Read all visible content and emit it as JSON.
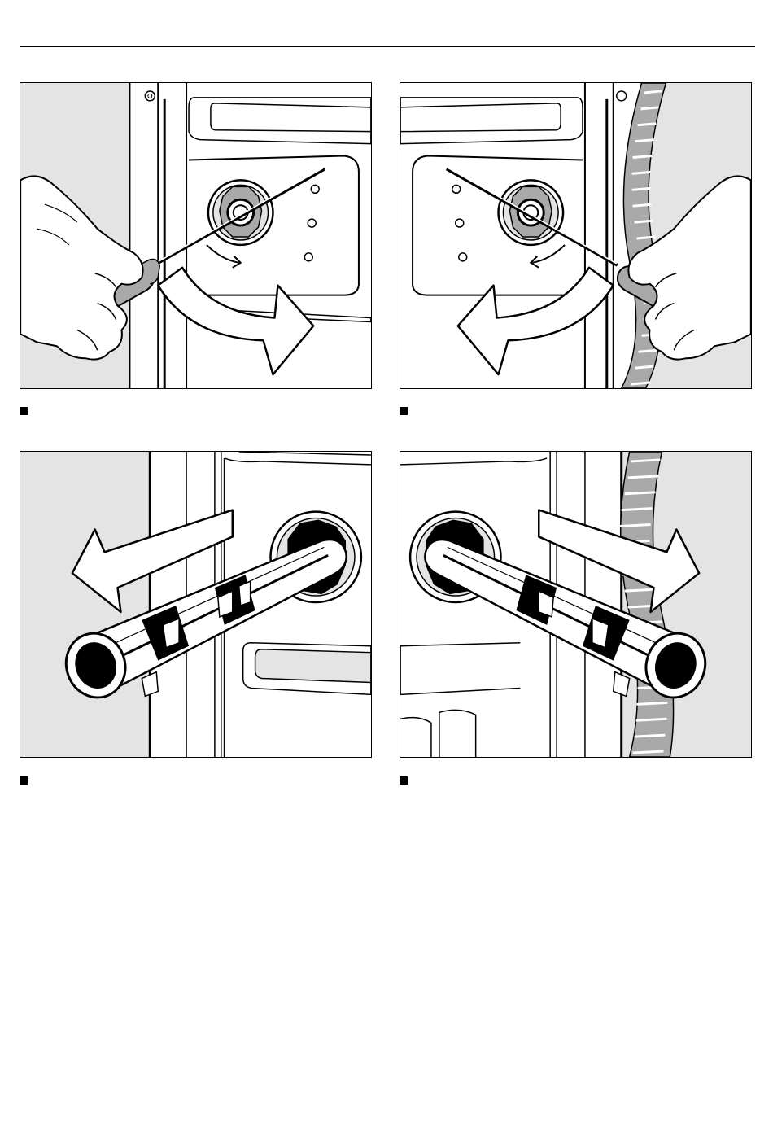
{
  "document": {
    "figures": [
      {
        "id": "fig1",
        "icon": "hand-screwdriver-turn-clockwise-illustration"
      },
      {
        "id": "fig2",
        "icon": "hand-screwdriver-turn-counterclockwise-illustration"
      },
      {
        "id": "fig3",
        "icon": "tube-pull-out-left-illustration"
      },
      {
        "id": "fig4",
        "icon": "tube-pull-out-right-illustration"
      }
    ],
    "captions": [
      "",
      "",
      "",
      ""
    ],
    "colors": {
      "line": "#000000",
      "shade": "#e4e4e4",
      "mid": "#a9a9a9",
      "white": "#ffffff"
    }
  }
}
